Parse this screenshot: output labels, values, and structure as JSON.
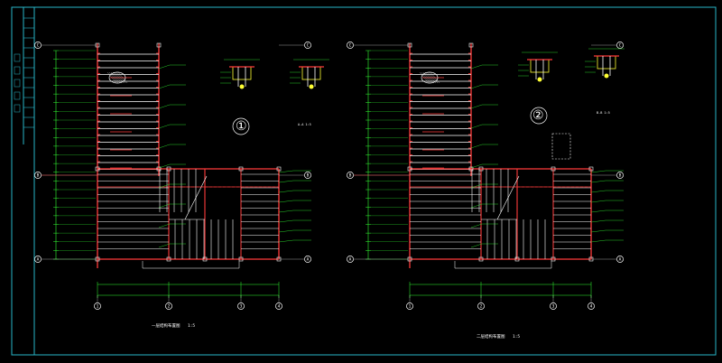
{
  "canvas": {
    "background": "#000000",
    "border_color": "#27b6c8"
  },
  "colors": {
    "beam": "#ff3b3b",
    "joist": "#ffffff",
    "dimension": "#33ff33",
    "axis_bubble": "#ffffff",
    "frame": "#27b6c8",
    "section_detail": "#ffff33",
    "annotation_text": "#33ff33"
  },
  "left_plan": {
    "caption": "一层结构布置图",
    "caption_scale": "1:5",
    "detail_tag": "①",
    "section_label": "A-A 1:5",
    "axis_rows": [
      "C",
      "B",
      "A"
    ],
    "axis_cols": [
      "1",
      "2",
      "3",
      "4"
    ]
  },
  "right_plan": {
    "caption": "二层结构布置图",
    "caption_scale": "1:5",
    "detail_tag": "②",
    "section_label": "B-B 1:5",
    "axis_rows": [
      "C",
      "B",
      "A"
    ],
    "axis_cols": [
      "1",
      "2",
      "3",
      "4"
    ]
  }
}
